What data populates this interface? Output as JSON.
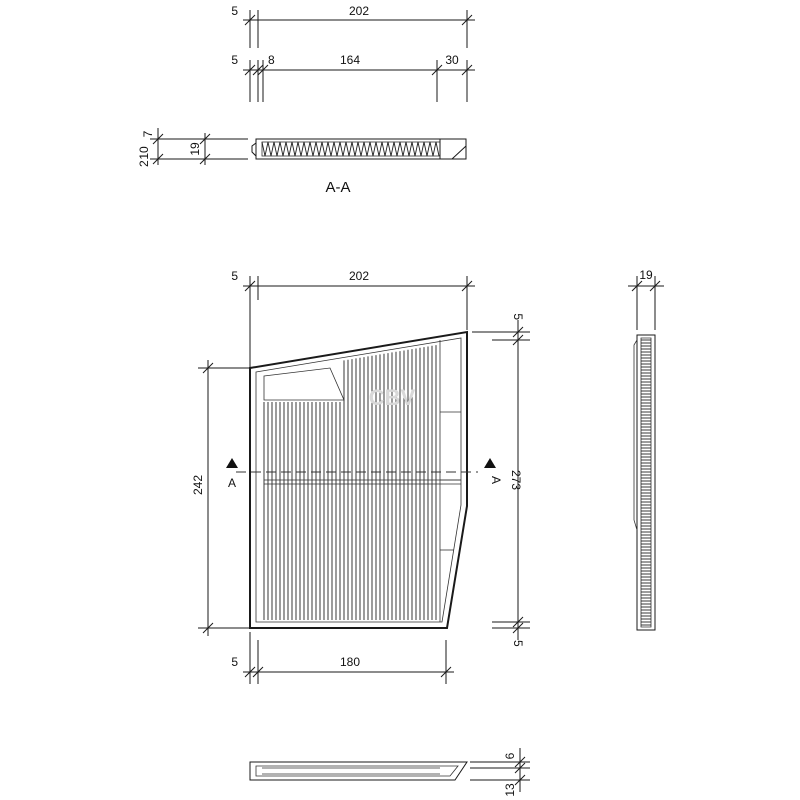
{
  "watermark": "CBV",
  "section_label": "A-A",
  "section_marker": "A",
  "dims": {
    "top_offset": "5",
    "top_width": "202",
    "mid_offset": "5",
    "mid_a": "8",
    "mid_b": "164",
    "mid_c": "30",
    "sec_a": "2",
    "sec_b": "10",
    "sec_c": "7",
    "sec_h": "19",
    "main_offset": "5",
    "main_width": "202",
    "main_height": "242",
    "overall_height": "273",
    "top_gap": "5",
    "bottom_gap": "5",
    "bottom_offset": "5",
    "bottom_width": "180",
    "side_thickness": "19",
    "bottom_view_a": "6",
    "bottom_view_b": "13"
  }
}
